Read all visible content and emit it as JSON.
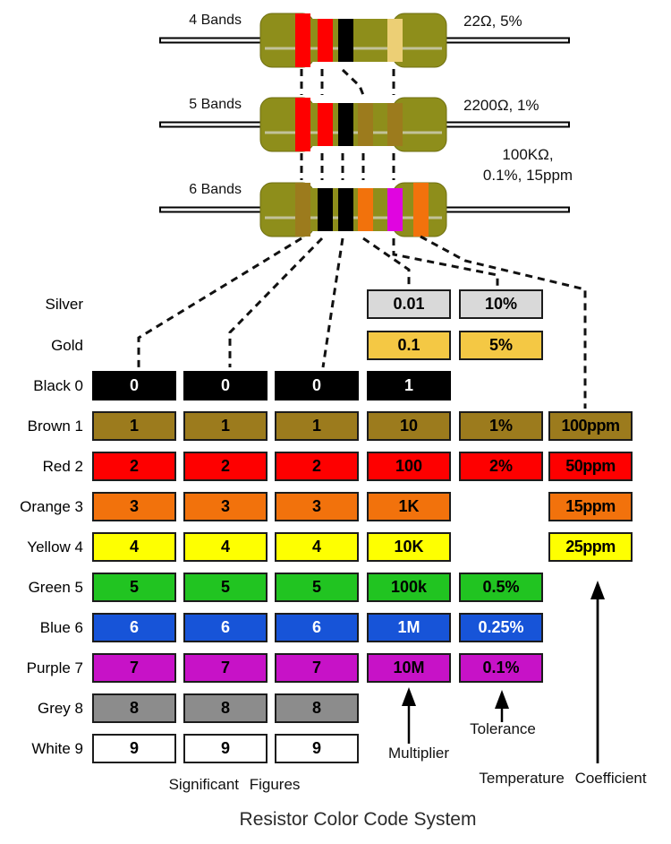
{
  "title": "Resistor Color Code System",
  "resistors": [
    {
      "label": "4 Bands",
      "value_lines": [
        "22Ω, 5%"
      ],
      "bands": [
        "red",
        "red",
        "black",
        "gold"
      ]
    },
    {
      "label": "5 Bands",
      "value_lines": [
        "2200Ω, 1%"
      ],
      "bands": [
        "red",
        "red",
        "black",
        "brown",
        "brown"
      ]
    },
    {
      "label": "6 Bands",
      "value_lines": [
        "100KΩ,",
        "0.1%, 15ppm"
      ],
      "bands": [
        "brown",
        "black",
        "black",
        "orange",
        "magenta",
        "orange"
      ]
    }
  ],
  "table": {
    "rows": [
      {
        "label": "Silver",
        "color": "silver",
        "mult": "0.01",
        "tol": "10%"
      },
      {
        "label": "Gold",
        "color": "gold",
        "mult": "0.1",
        "tol": "5%"
      },
      {
        "label": "Black 0",
        "color": "black",
        "text": "#ffffff",
        "sig": [
          "0",
          "0",
          "0"
        ],
        "mult": "1"
      },
      {
        "label": "Brown 1",
        "color": "brown",
        "sig": [
          "1",
          "1",
          "1"
        ],
        "mult": "10",
        "tol": "1%",
        "temp": "100ppm"
      },
      {
        "label": "Red 2",
        "color": "red",
        "sig": [
          "2",
          "2",
          "2"
        ],
        "mult": "100",
        "tol": "2%",
        "temp": "50ppm"
      },
      {
        "label": "Orange 3",
        "color": "orange",
        "sig": [
          "3",
          "3",
          "3"
        ],
        "mult": "1K",
        "temp": "15ppm"
      },
      {
        "label": "Yellow 4",
        "color": "yellow",
        "sig": [
          "4",
          "4",
          "4"
        ],
        "mult": "10K",
        "temp": "25ppm"
      },
      {
        "label": "Green 5",
        "color": "green",
        "sig": [
          "5",
          "5",
          "5"
        ],
        "mult": "100k",
        "tol": "0.5%"
      },
      {
        "label": "Blue 6",
        "color": "blue",
        "text": "#ffffff",
        "sig": [
          "6",
          "6",
          "6"
        ],
        "mult": "1M",
        "tol": "0.25%"
      },
      {
        "label": "Purple 7",
        "color": "purple",
        "sig": [
          "7",
          "7",
          "7"
        ],
        "mult": "10M",
        "tol": "0.1%"
      },
      {
        "label": "Grey 8",
        "color": "grey",
        "sig": [
          "8",
          "8",
          "8"
        ]
      },
      {
        "label": "White 9",
        "color": "white",
        "sig": [
          "9",
          "9",
          "9"
        ]
      }
    ]
  },
  "footer": {
    "significant": "Significant Figures",
    "multiplier": "Multiplier",
    "tolerance": "Tolerance",
    "temperature": "Temperature Coefficient"
  },
  "palette": {
    "silver": "#d9d9d9",
    "gold": "#f4c844",
    "black": "#000000",
    "brown": "#9c7b1d",
    "red": "#fe0000",
    "orange": "#f2720c",
    "yellow": "#feff01",
    "green": "#21c421",
    "blue": "#1754d8",
    "purple": "#c712c7",
    "grey": "#8c8c8c",
    "white": "#ffffff",
    "magenta": "#e005e0",
    "band_gold": "#eccf75",
    "resistor_body": "#8e8e1b",
    "body_stripe": "#c2c29a"
  }
}
